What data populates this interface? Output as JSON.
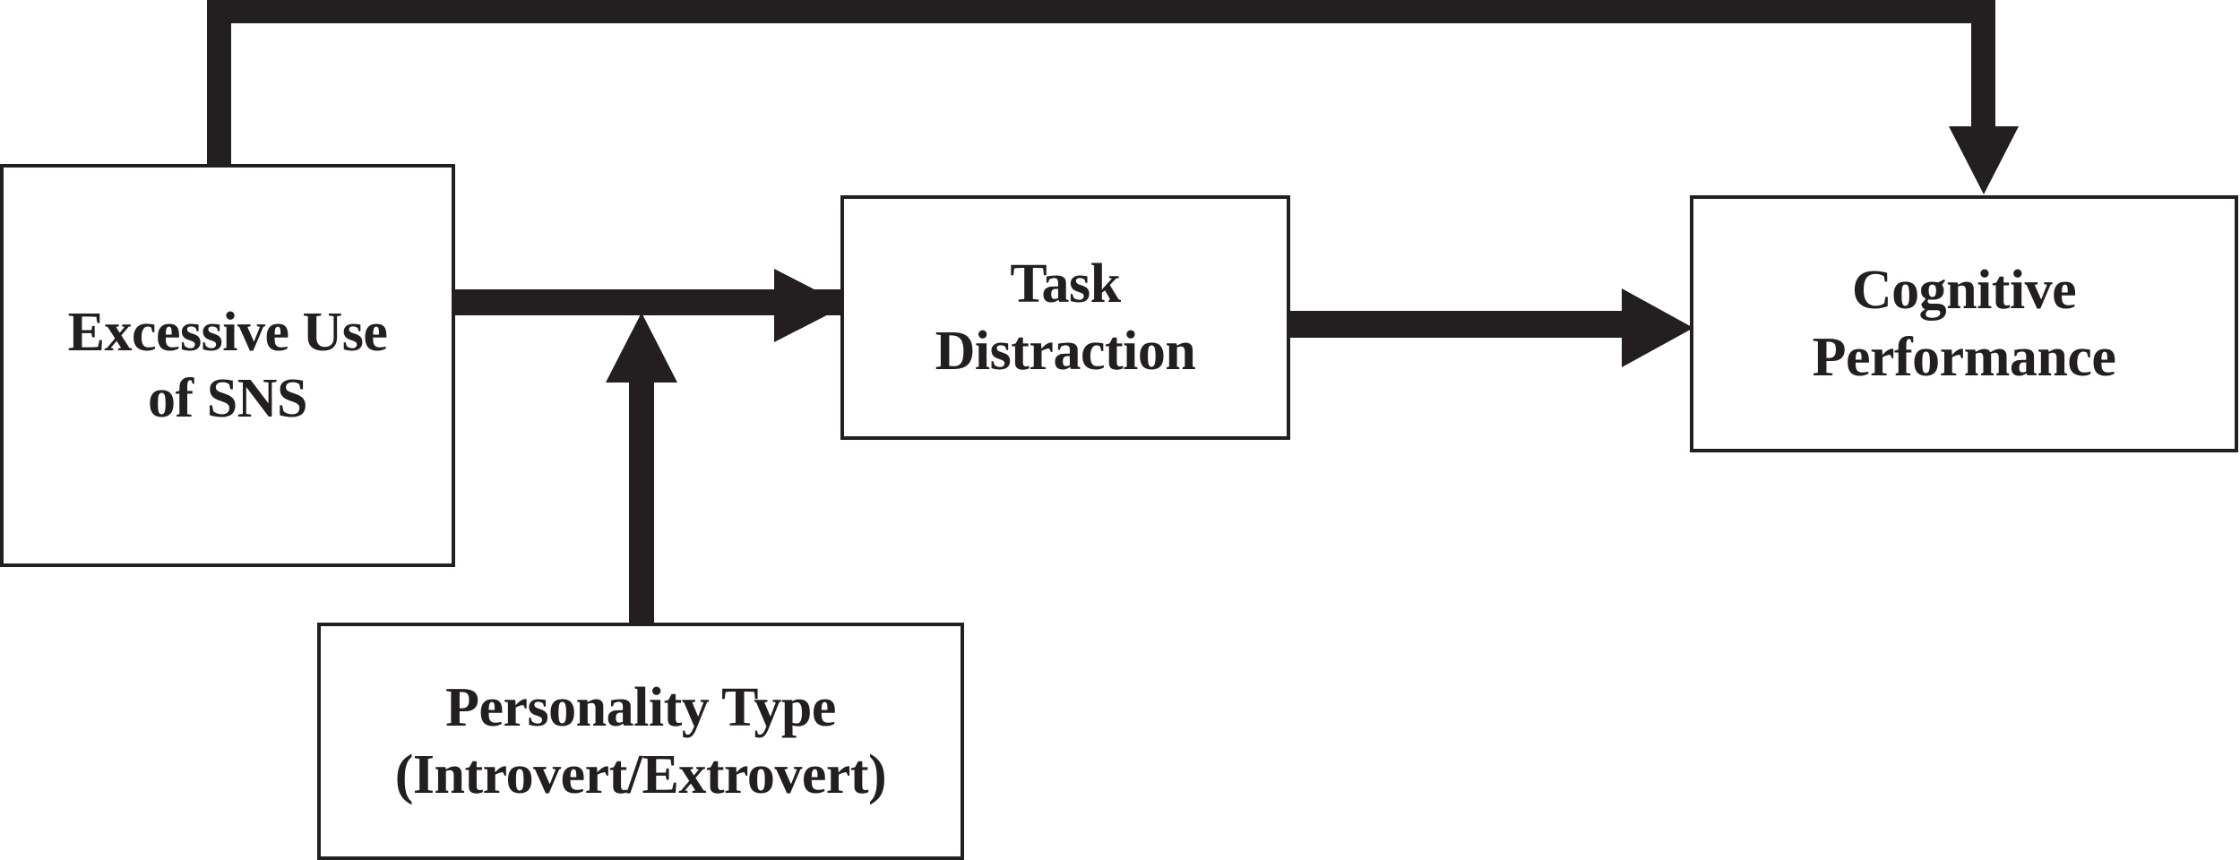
{
  "diagram": {
    "title": "Excessive Use of SNS — Task Distraction — Cognitive Performance model",
    "ink_color": "#231f20",
    "background_color": "#ffffff",
    "nodes": [
      {
        "id": "sns",
        "label": "Excessive Use\nof SNS"
      },
      {
        "id": "task",
        "label": "Task\nDistraction"
      },
      {
        "id": "cog",
        "label": "Cognitive\nPerformance"
      },
      {
        "id": "pers",
        "label": "Personality Type\n(Introvert/Extrovert)"
      }
    ],
    "edges": [
      {
        "id": "sns-to-task",
        "from": "sns",
        "to": "task",
        "style": "solid-block-arrow",
        "direction": "right"
      },
      {
        "id": "task-to-cog",
        "from": "task",
        "to": "cog",
        "style": "solid-block-arrow",
        "direction": "right"
      },
      {
        "id": "sns-to-cog",
        "from": "sns",
        "to": "cog",
        "style": "solid-block-arrow",
        "direction": "down",
        "routing": "over-the-top"
      },
      {
        "id": "pers-to-edge",
        "from": "pers",
        "to": "sns-to-task",
        "style": "solid-block-arrow",
        "direction": "up",
        "role": "moderator"
      }
    ]
  }
}
